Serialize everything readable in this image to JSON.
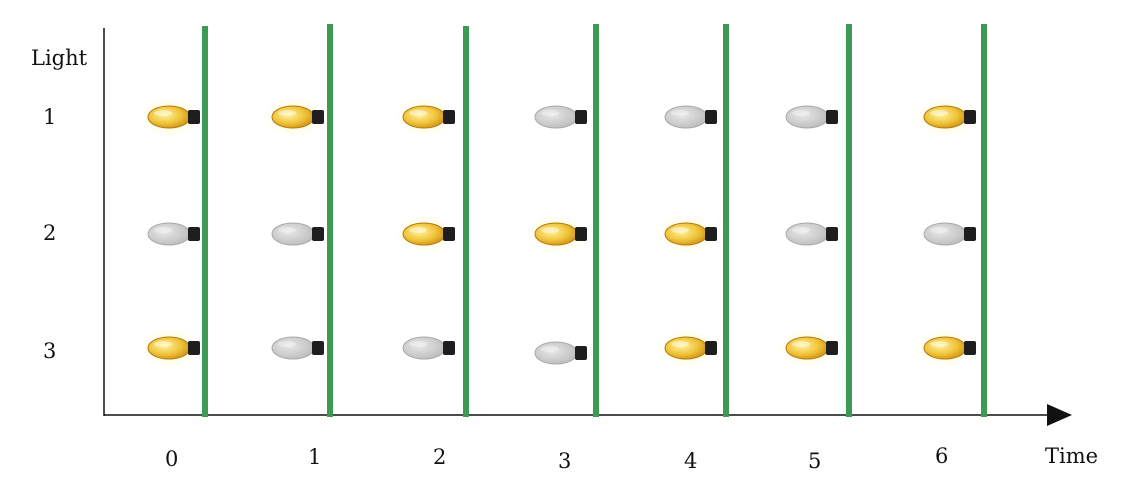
{
  "y_title": "Light",
  "x_title": "Time",
  "light_labels": [
    "1",
    "2",
    "3"
  ],
  "time_labels": [
    "0",
    "1",
    "2",
    "3",
    "4",
    "5",
    "6"
  ],
  "states": [
    [
      true,
      true,
      true,
      false,
      false,
      false,
      true
    ],
    [
      false,
      false,
      true,
      true,
      true,
      false,
      false
    ],
    [
      true,
      false,
      false,
      false,
      true,
      true,
      true
    ]
  ],
  "colors": {
    "axis": "#111111",
    "divider": "#3d9a55",
    "bulb_on": "#f0c43a",
    "bulb_on_glow": "#fff2a8",
    "bulb_off": "#c9c9c9",
    "bulb_base": "#1e1e1e"
  }
}
